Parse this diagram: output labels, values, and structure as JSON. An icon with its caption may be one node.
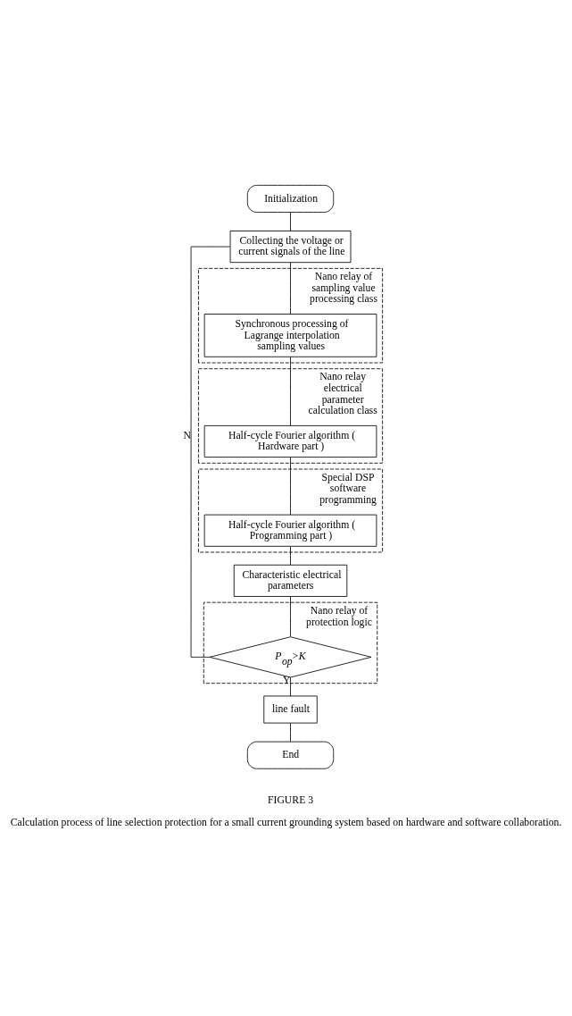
{
  "diagram": {
    "caption": "Calculation process of line selection protection for a small current grounding system based on hardware and software collaboration.",
    "nodes": [
      {
        "text": [
          "Initialization"
        ]
      },
      {
        "text": [
          "Collecting the voltage or current signals of the line"
        ]
      },
      {
        "text": [
          "Nano relay of sampling value processing class"
        ]
      },
      {
        "text": [
          "Synchronous processing of Lagrange interpolation sampling values"
        ],
        "in": 2
      },
      {
        "text": [
          "Nano relay electrical parameter calculation class"
        ]
      },
      {
        "text": [
          "Half-cycle Fourier algorithm ( Hardware part )"
        ],
        "in": 4
      },
      {
        "text": [
          "Special DSP software programming"
        ]
      },
      {
        "text": [
          "Half-cycle Fourier algorithm ( Programming part )"
        ],
        "in": 6
      },
      {
        "text": [
          "Characteristic electrical parameters"
        ]
      },
      {
        "text": [
          "Nano relay of protection logic"
        ]
      },
      {
        "text": [
          "P$_{op}$>K"
        ],
        "in": 9
      },
      {
        "text": [
          "line fault"
        ]
      },
      {
        "text": [
          "End"
        ]
      }
    ],
    "edges": [
      {
        "from": 0,
        "to": 1,
        "arrow": "none"
      },
      {
        "from": 1,
        "to": 3,
        "arrow": "none"
      },
      {
        "from": 3,
        "to": 5,
        "arrow": "none"
      },
      {
        "from": 5,
        "to": 7,
        "arrow": "none"
      },
      {
        "from": 7,
        "to": 8,
        "arrow": "none"
      },
      {
        "from": 8,
        "to": 10,
        "arrow": "none"
      },
      {
        "from": 10,
        "to": 1,
        "arrow": "none",
        "label": "N"
      },
      {
        "from": 10,
        "to": 11,
        "arrow": "none",
        "label": "Y"
      },
      {
        "from": 11,
        "to": 12,
        "arrow": "none"
      }
    ],
    "labels": [
      "FIGURE 3"
    ]
  }
}
